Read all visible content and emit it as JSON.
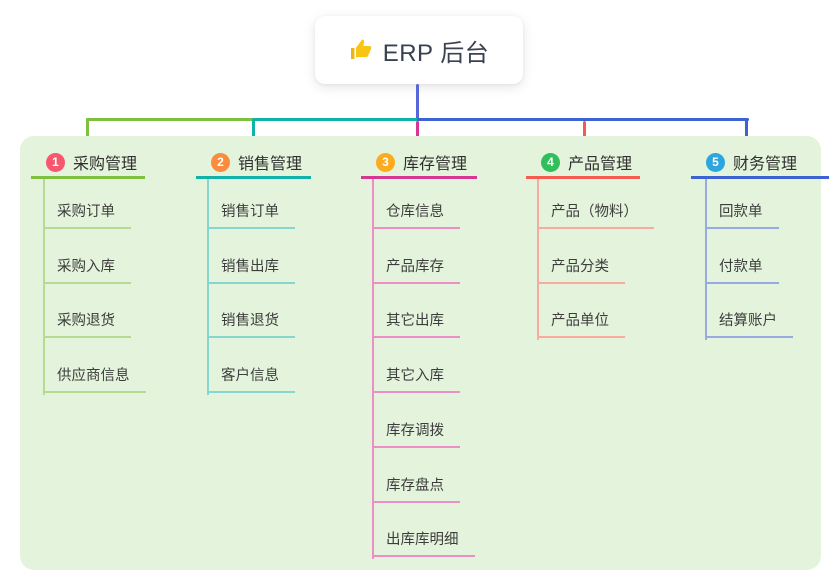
{
  "root_node": {
    "label": "ERP 后台",
    "icon": "thumbs-up-icon",
    "icon_color": "#f9c513",
    "text_color": "#3a4150",
    "line_color": "#5767d6",
    "card_bg": "#ffffff"
  },
  "panel": {
    "bg_color": "#e4f4dc"
  },
  "text_colors": {
    "title": "#2f2f2f",
    "child": "#3d3d3d"
  },
  "branches": [
    {
      "index": "1",
      "label": "采购管理",
      "badge_color": "#f8566e",
      "line_color": "#7ec141",
      "child_line_color": "#b5db93",
      "children": [
        "采购订单",
        "采购入库",
        "采购退货",
        "供应商信息"
      ]
    },
    {
      "index": "2",
      "label": "销售管理",
      "badge_color": "#fa8c3e",
      "line_color": "#12b2a9",
      "child_line_color": "#85d6cf",
      "children": [
        "销售订单",
        "销售出库",
        "销售退货",
        "客户信息"
      ]
    },
    {
      "index": "3",
      "label": "库存管理",
      "badge_color": "#fbab1d",
      "line_color": "#d63795",
      "child_line_color": "#ee8ec6",
      "children": [
        "仓库信息",
        "产品库存",
        "其它出库",
        "其它入库",
        "库存调拨",
        "库存盘点",
        "出库库明细"
      ]
    },
    {
      "index": "4",
      "label": "产品管理",
      "badge_color": "#31bf5b",
      "line_color": "#f55c51",
      "child_line_color": "#f9aba2",
      "children": [
        "产品（物料）",
        "产品分类",
        "产品单位"
      ]
    },
    {
      "index": "5",
      "label": "财务管理",
      "badge_color": "#2ba6df",
      "line_color": "#3d62d3",
      "child_line_color": "#97abe2",
      "children": [
        "回款单",
        "付款单",
        "结算账户"
      ]
    }
  ]
}
